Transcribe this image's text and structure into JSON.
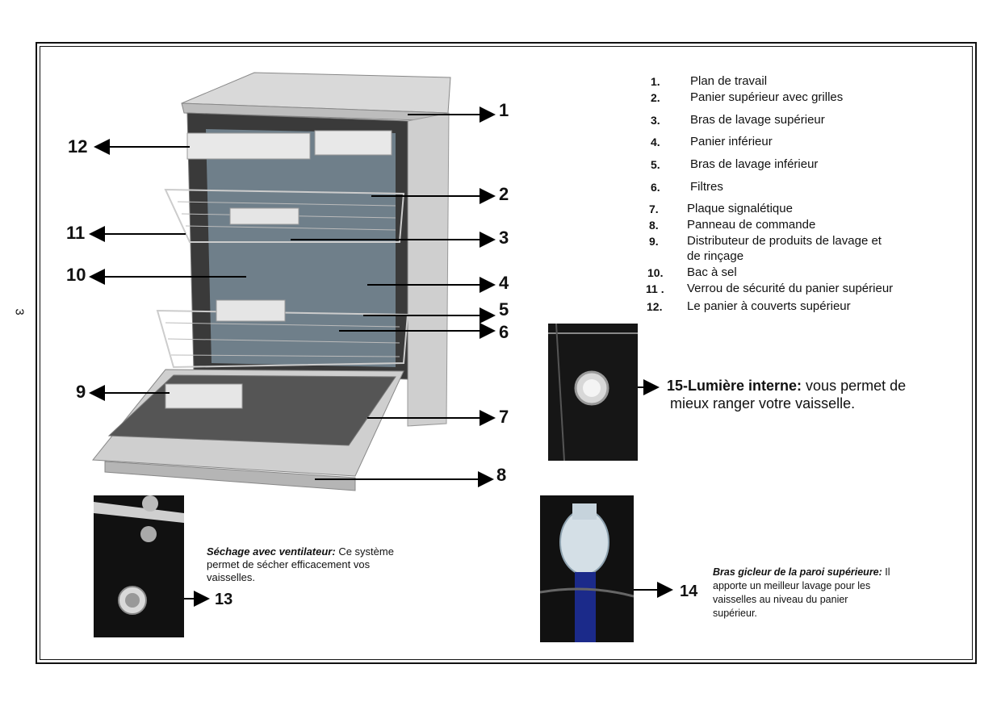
{
  "page_number": "3",
  "callouts": [
    "1",
    "2",
    "3",
    "4",
    "5",
    "6",
    "7",
    "8",
    "9",
    "10",
    "11",
    "12",
    "13",
    "14"
  ],
  "legend": [
    {
      "num": "1.",
      "text": "Plan de travail"
    },
    {
      "num": "2.",
      "text": "Panier supérieur avec grilles"
    },
    {
      "num": "3.",
      "text": "Bras de lavage supérieur"
    },
    {
      "num": "4.",
      "text": "Panier inférieur"
    },
    {
      "num": "5.",
      "text": "Bras de lavage inférieur"
    },
    {
      "num": "6.",
      "text": "Filtres"
    },
    {
      "num": "7.",
      "text": "Plaque signalétique"
    },
    {
      "num": "8.",
      "text": "Panneau de commande"
    },
    {
      "num": "9.",
      "text": "Distributeur de produits de lavage et"
    },
    {
      "num": "",
      "text": "de rinçage"
    },
    {
      "num": "10.",
      "text": "Bac à sel"
    },
    {
      "num": "11 .",
      "text": "Verrou de sécurité du panier supérieur"
    },
    {
      "num": "12.",
      "text": "Le panier à couverts supérieur"
    }
  ],
  "internal_light": {
    "lead": "15-Lumière interne:",
    "rest": " vous permet de",
    "line2": "mieux ranger votre vaisselle."
  },
  "fan_drying": {
    "lead": "Séchage avec ventilateur:",
    "rest": " Ce système",
    "line2": "permet de sécher efficacement vos",
    "line3": "vaisselles."
  },
  "top_spray": {
    "lead": "Bras gicleur de la paroi supérieure:",
    "rest": " Il",
    "line2": "apporte un meilleur lavage pour les",
    "line3": "vaisselles au niveau du panier",
    "line4": "supérieur."
  }
}
